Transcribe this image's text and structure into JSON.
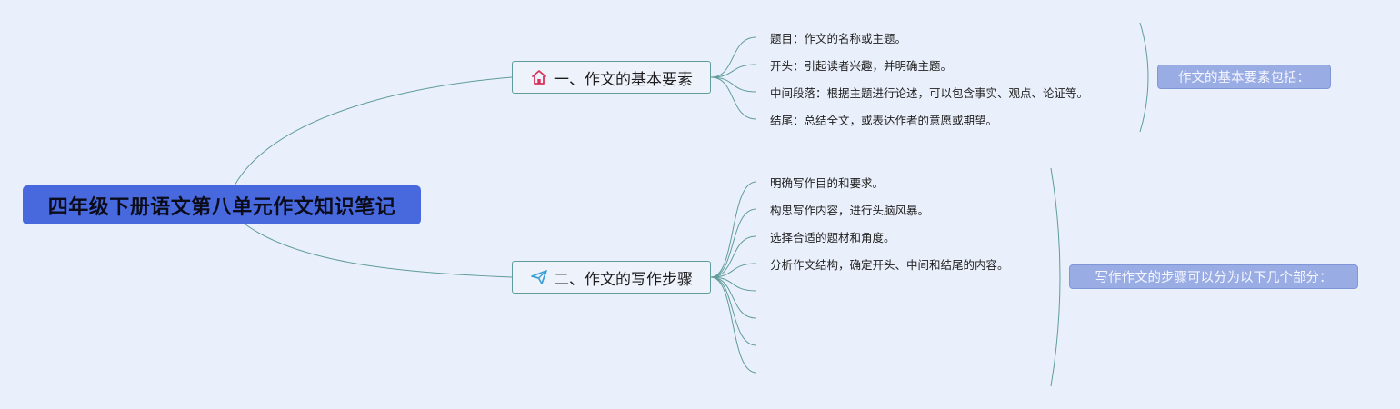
{
  "root": {
    "title": "四年级下册语文第八单元作文知识笔记"
  },
  "branches": [
    {
      "label": "一、作文的基本要素",
      "icon": "home-icon",
      "items": [
        "题目：作文的名称或主题。",
        "开头：引起读者兴趣，并明确主题。",
        "中间段落：根据主题进行论述，可以包含事实、观点、论证等。",
        "结尾：总结全文，或表达作者的意愿或期望。"
      ],
      "summary": "作文的基本要素包括："
    },
    {
      "label": "二、作文的写作步骤",
      "icon": "send-icon",
      "items": [
        "明确写作目的和要求。",
        "构思写作内容，进行头脑风暴。",
        "选择合适的题材和角度。",
        "分析作文结构，确定开头、中间和结尾的内容。",
        "",
        "",
        "",
        ""
      ],
      "summary": "写作作文的步骤可以分为以下几个部分："
    }
  ],
  "colors": {
    "root_fill": "#4769dd",
    "branch_border": "#5f9c9a",
    "line": "#5f9c9a",
    "summary_fill": "#9aace4",
    "home_icon": "#d8325a",
    "send_icon": "#3a9fd8"
  }
}
